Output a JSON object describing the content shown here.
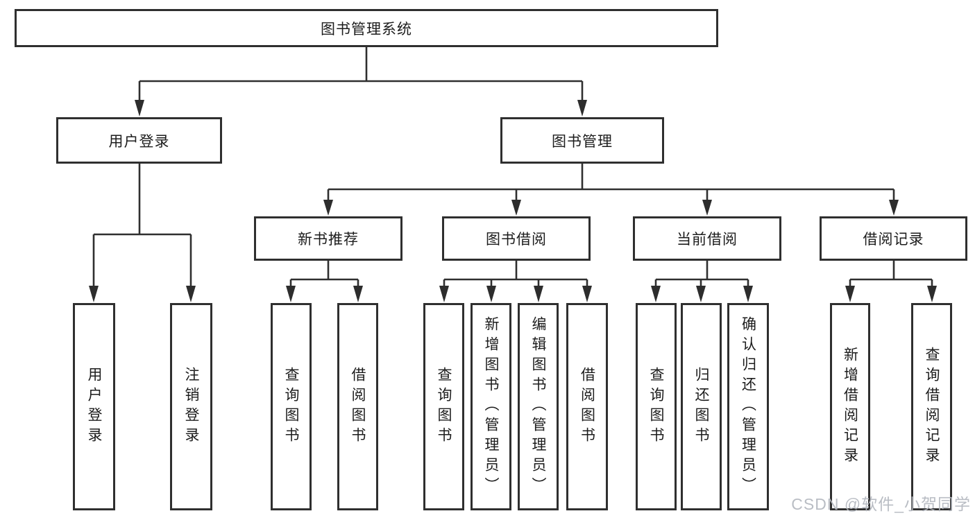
{
  "nodes": {
    "root": {
      "label": "图书管理系统",
      "children": [
        "user_login",
        "book_management"
      ]
    },
    "user_login": {
      "label": "用户登录",
      "children": [
        "user_login_leaf",
        "logout_leaf"
      ]
    },
    "book_management": {
      "label": "图书管理",
      "children": [
        "new_book_recommend",
        "book_borrowing",
        "current_borrowing",
        "borrowing_records"
      ]
    },
    "new_book_recommend": {
      "label": "新书推荐",
      "children": [
        "query_books_recommend",
        "borrow_books_recommend"
      ]
    },
    "book_borrowing": {
      "label": "图书借阅",
      "children": [
        "query_books_borrowing",
        "add_books_admin",
        "edit_books_admin",
        "borrow_books_borrowing"
      ]
    },
    "current_borrowing": {
      "label": "当前借阅",
      "children": [
        "query_books_current",
        "return_books",
        "confirm_return_admin"
      ]
    },
    "borrowing_records": {
      "label": "借阅记录",
      "children": [
        "add_borrowing_record",
        "query_borrowing_record"
      ]
    },
    "user_login_leaf": {
      "label": "用户登录"
    },
    "logout_leaf": {
      "label": "注销登录"
    },
    "query_books_recommend": {
      "label": "查询图书"
    },
    "borrow_books_recommend": {
      "label": "借阅图书"
    },
    "query_books_borrowing": {
      "label": "查询图书"
    },
    "add_books_admin": {
      "label": "新增图书（管理员）"
    },
    "edit_books_admin": {
      "label": "编辑图书（管理员）"
    },
    "borrow_books_borrowing": {
      "label": "借阅图书"
    },
    "query_books_current": {
      "label": "查询图书"
    },
    "return_books": {
      "label": "归还图书"
    },
    "confirm_return_admin": {
      "label": "确认归还（管理员）"
    },
    "add_borrowing_record": {
      "label": "新增借阅记录"
    },
    "query_borrowing_record": {
      "label": "查询借阅记录"
    }
  },
  "watermark": {
    "text": "CSDN @软件_小贺同学"
  },
  "colors": {
    "line": "#2f2f2f",
    "box_border": "#2f2f2f",
    "text": "#1c1c1c",
    "background": "#ffffff",
    "watermark": "#b4b8bf"
  }
}
